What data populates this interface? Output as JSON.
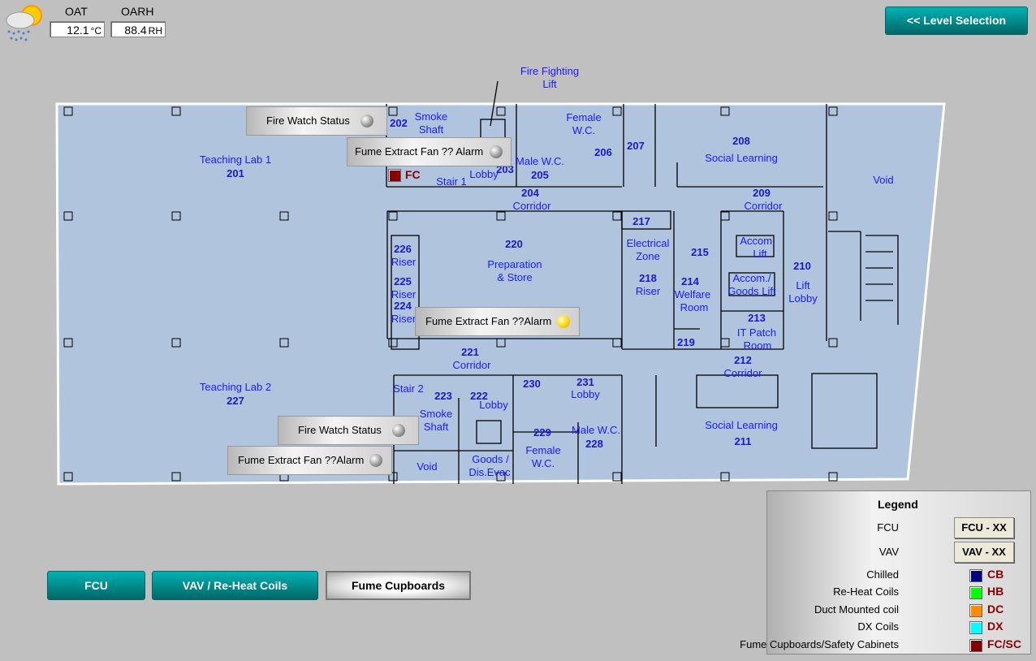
{
  "header": {
    "weather_icon": "cloud-sun-rain-icon",
    "oat_label": "OAT",
    "oat_value": "12.1",
    "oat_unit": "°C",
    "oarh_label": "OARH",
    "oarh_value": "88.4",
    "oarh_unit": "RH",
    "level_selection": "<< Level Selection"
  },
  "rooms": {
    "r201": {
      "name": "Teaching Lab 1",
      "num": "201"
    },
    "r202": {
      "num": "202"
    },
    "smoke1": {
      "l1": "Smoke",
      "l2": "Shaft"
    },
    "ffl": {
      "l1": "Fire Fighting",
      "l2": "Lift"
    },
    "fwc1": {
      "l1": "Female",
      "l2": "W.C."
    },
    "r206": {
      "num": "206"
    },
    "r207": {
      "num": "207"
    },
    "r208": {
      "num": "208",
      "name": "Social Learning"
    },
    "void1": {
      "name": "Void"
    },
    "r205": {
      "name": "Male W.C.",
      "num": "205"
    },
    "r203": {
      "num": "203",
      "lobby": "Lobby",
      "stair": "Stair 1"
    },
    "r204": {
      "num": "204",
      "name": "Corridor"
    },
    "r209": {
      "num": "209",
      "name": "Corridor"
    },
    "r217": {
      "num": "217"
    },
    "ez": {
      "l1": "Electrical",
      "l2": "Zone"
    },
    "r218": {
      "num": "218",
      "name": "Riser"
    },
    "r215": {
      "num": "215"
    },
    "r214": {
      "num": "214",
      "l1": "Welfare",
      "l2": "Room"
    },
    "accom": {
      "l1": "Accom.",
      "l2": "Lift"
    },
    "goodslift": {
      "l1": "Accom./",
      "l2": "Goods Lift"
    },
    "r210": {
      "num": "210",
      "l1": "Lift",
      "l2": "Lobby"
    },
    "r213": {
      "num": "213",
      "l1": "IT Patch",
      "l2": "Room"
    },
    "r219": {
      "num": "219"
    },
    "r212": {
      "num": "212",
      "name": "Corridor"
    },
    "r220": {
      "num": "220",
      "l1": "Preparation",
      "l2": "& Store"
    },
    "r226": {
      "num": "226",
      "name": "Riser"
    },
    "r225": {
      "num": "225",
      "name": "Riser"
    },
    "r224": {
      "num": "224",
      "name": "Riser"
    },
    "r221": {
      "num": "221",
      "name": "Corridor"
    },
    "r227": {
      "name": "Teaching Lab 2",
      "num": "227"
    },
    "stair2": {
      "name": "Stair 2"
    },
    "r223": {
      "num": "223"
    },
    "r222": {
      "num": "222",
      "name": "Lobby"
    },
    "smoke2": {
      "l1": "Smoke",
      "l2": "Shaft"
    },
    "r230": {
      "num": "230"
    },
    "r231": {
      "num": "231",
      "name": "Lobby"
    },
    "r229": {
      "num": "229",
      "l1": "Female",
      "l2": "W.C."
    },
    "r228": {
      "name": "Male W.C.",
      "num": "228"
    },
    "r211": {
      "name": "Social Learning",
      "num": "211"
    },
    "void2": {
      "name": "Void"
    },
    "goods": {
      "l1": "Goods /",
      "l2": "Dis.Evac"
    }
  },
  "fc_marker": {
    "label": "FC",
    "color": "#8b0000"
  },
  "status_panels": [
    {
      "label": "Fire Watch Status",
      "state": "grey"
    },
    {
      "label": "Fume Extract Fan ?? Alarm",
      "state": "grey"
    },
    {
      "label": "Fume Extract Fan ??Alarm",
      "state": "yellow"
    },
    {
      "label": "Fire Watch Status",
      "state": "grey"
    },
    {
      "label": "Fume Extract Fan ??Alarm",
      "state": "grey"
    }
  ],
  "nav": {
    "fcu": "FCU",
    "vav": "VAV / Re-Heat Coils",
    "fume": "Fume Cupboards"
  },
  "legend": {
    "title": "Legend",
    "fcu_label": "FCU",
    "fcu_btn": "FCU - XX",
    "vav_label": "VAV",
    "vav_btn": "VAV - XX",
    "items": [
      {
        "label": "Chilled",
        "code": "CB",
        "color": "#000080"
      },
      {
        "label": "Re-Heat Coils",
        "code": "HB",
        "color": "#00ff00"
      },
      {
        "label": "Duct Mounted coil",
        "code": "DC",
        "color": "#ff8c00"
      },
      {
        "label": "DX Coils",
        "code": "DX",
        "color": "#00ffff"
      },
      {
        "label": "Fume Cupboards/Safety Cabinets",
        "code": "FC/SC",
        "color": "#800000"
      }
    ]
  }
}
